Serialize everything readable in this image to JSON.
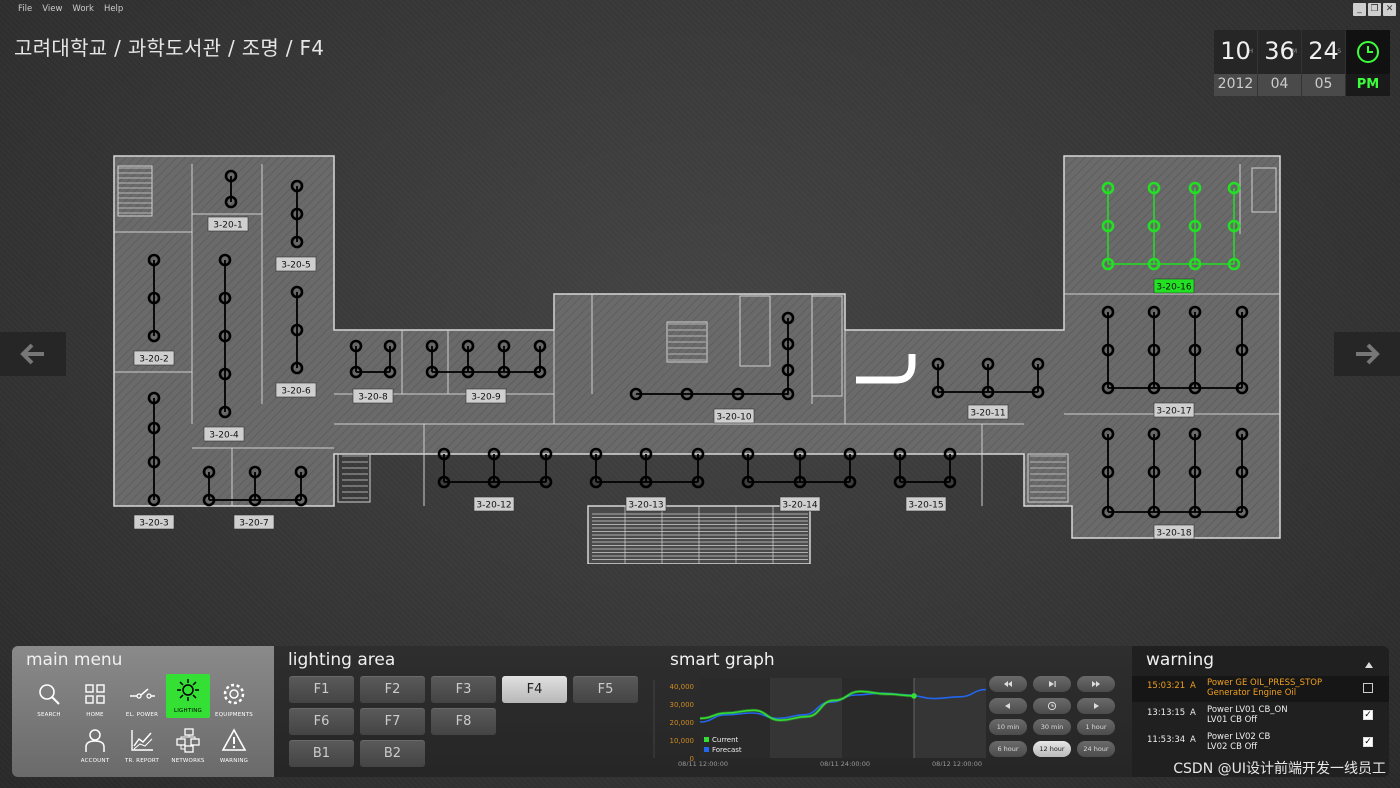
{
  "menubar": [
    "File",
    "View",
    "Work",
    "Help"
  ],
  "window_controls": [
    "_",
    "❐",
    "✕"
  ],
  "breadcrumb": "고려대학교 / 과학도서관 / 조명 / F4",
  "clock": {
    "hour": "10",
    "minute": "36",
    "second": "24",
    "hour_sup": "H",
    "minute_sup": "M",
    "second_sup": "S",
    "year": "2012",
    "month": "04",
    "day": "05",
    "ampm": "PM",
    "accent": "#3cff3c"
  },
  "floorplan": {
    "active_color": "#22e022",
    "rooms": [
      "3-20-1",
      "3-20-2",
      "3-20-3",
      "3-20-4",
      "3-20-5",
      "3-20-6",
      "3-20-7",
      "3-20-8",
      "3-20-9",
      "3-20-10",
      "3-20-11",
      "3-20-12",
      "3-20-13",
      "3-20-14",
      "3-20-15",
      "3-20-16",
      "3-20-17",
      "3-20-18"
    ],
    "active_room": "3-20-16"
  },
  "main_menu": {
    "title": "main menu",
    "items": [
      {
        "label": "SEARCH",
        "icon": "search-icon"
      },
      {
        "label": "HOME",
        "icon": "home-grid-icon"
      },
      {
        "label": "EL. POWER",
        "icon": "switch-icon"
      },
      {
        "label": "LIGHTING",
        "icon": "sun-icon",
        "active": true
      },
      {
        "label": "EQUIPMENTS",
        "icon": "gear-icon"
      },
      {
        "label": "ACCOUNT",
        "icon": "user-icon"
      },
      {
        "label": "TR. REPORT",
        "icon": "chart-icon"
      },
      {
        "label": "NETWORKS",
        "icon": "network-icon"
      },
      {
        "label": "WARNING",
        "icon": "warning-icon"
      }
    ]
  },
  "lighting_area": {
    "title": "lighting area",
    "floors": [
      "F1",
      "F2",
      "F3",
      "F4",
      "F5",
      "F6",
      "F7",
      "F8",
      "B1",
      "B2"
    ],
    "selected": "F4"
  },
  "smart_graph": {
    "title": "smart graph",
    "chart_data": {
      "type": "line",
      "yticks": [
        "40,000",
        "30,000",
        "20,000",
        "10,000",
        "0"
      ],
      "ylim": [
        0,
        40000
      ],
      "xticks": [
        "08/11  12:00:00",
        "08/11  24:00:00",
        "08/12  12:00:00"
      ],
      "legend": [
        "Current",
        "Forecast"
      ],
      "series": [
        {
          "name": "Current",
          "color": "#33dd33",
          "values": [
            22000,
            25000,
            26500,
            21000,
            23000,
            32000,
            37000,
            35500,
            34500
          ]
        },
        {
          "name": "Forecast",
          "color": "#2266ee",
          "values": [
            20000,
            24000,
            25000,
            22000,
            24000,
            31000,
            35000,
            36000,
            35000,
            33000,
            34000,
            38000
          ]
        }
      ]
    },
    "controls": {
      "row1": [
        "rewind-icon",
        "play-icon",
        "fast-forward-icon"
      ],
      "row2": [
        "prev-icon",
        "clock-icon",
        "next-icon"
      ],
      "row3": [
        "10 min",
        "30 min",
        "1 hour"
      ],
      "row4": [
        "6 hour",
        "12 hour",
        "24 hour"
      ],
      "selected": "12 hour"
    }
  },
  "warning": {
    "title": "warning",
    "rows": [
      {
        "time": "15:03:21",
        "type": "A",
        "line1": "Power GE OIL_PRESS_STOP",
        "line2": "Generator Engine  Oil",
        "checked": false,
        "alert": true
      },
      {
        "time": "13:13:15",
        "type": "A",
        "line1": "Power LV01 CB_ON",
        "line2": "LV01 CB Off",
        "checked": true,
        "alert": false
      },
      {
        "time": "11:53:34",
        "type": "A",
        "line1": "Power LV02 CB",
        "line2": "LV02 CB Off",
        "checked": true,
        "alert": false
      }
    ]
  },
  "watermark": "CSDN @UI设计前端开发一线员工"
}
